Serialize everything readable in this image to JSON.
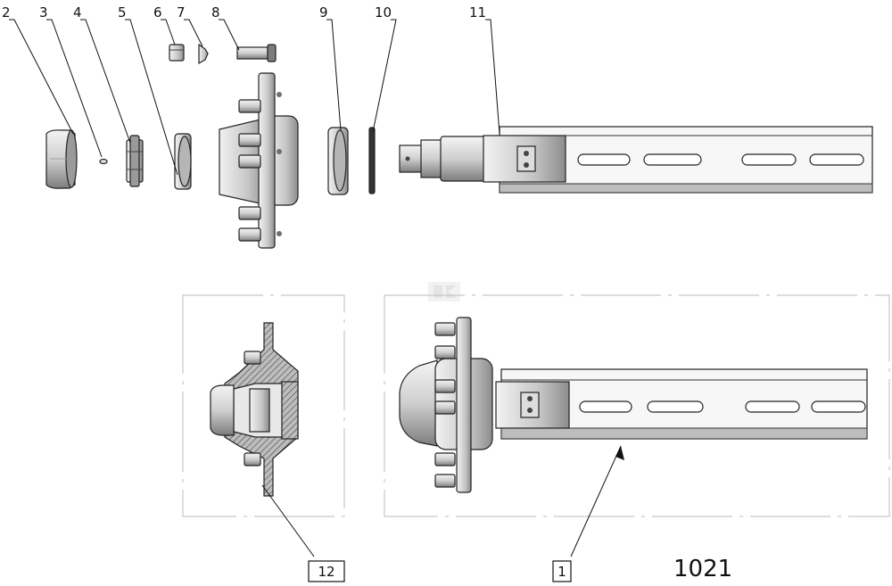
{
  "callouts": {
    "c2": "2",
    "c3": "3",
    "c4": "4",
    "c5": "5",
    "c6": "6",
    "c7": "7",
    "c8": "8",
    "c9": "9",
    "c10": "10",
    "c11": "11",
    "c12": "12",
    "c1": "1"
  },
  "drawing_number": "1021",
  "colors": {
    "metal_light": "#eeeeee",
    "metal_mid": "#c9c9c9",
    "metal_dark": "#8a8a8a",
    "section_hatch": "#8f8f8f",
    "frame": "#c8c8c8"
  }
}
